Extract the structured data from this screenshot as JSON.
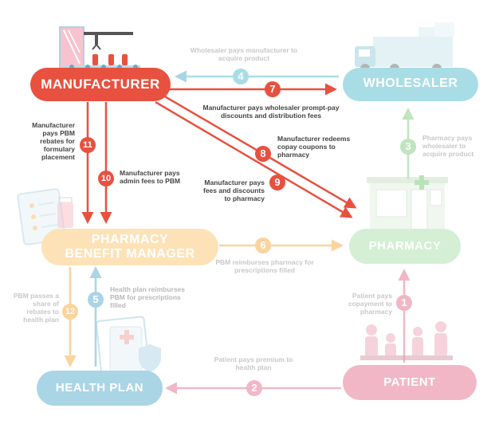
{
  "nodes": {
    "manufacturer": "MANUFACTURER",
    "wholesaler": "WHOLESALER",
    "pbm_line1": "PHARMACY",
    "pbm_line2": "BENEFIT MANAGER",
    "pharmacy": "PHARMACY",
    "health_plan": "HEALTH PLAN",
    "patient": "PATIENT"
  },
  "steps": [
    {
      "num": "1",
      "text": "Patient pays copayment to pharmacy"
    },
    {
      "num": "2",
      "text": "Patient pays premium to health plan"
    },
    {
      "num": "3",
      "text": "Pharmacy pays wholesaler to acquire product"
    },
    {
      "num": "4",
      "text": "Wholesaler pays manufacturer to acquire product"
    },
    {
      "num": "5",
      "text": "Health plan reimburses PBM for prescriptions filled"
    },
    {
      "num": "6",
      "text": "PBM reimburses pharmacy for prescriptions filled"
    },
    {
      "num": "7",
      "text": "Manufacturer pays wholesaler prompt-pay discounts and distribution fees"
    },
    {
      "num": "8",
      "text": "Manufacturer redeems copay coupons to pharmacy"
    },
    {
      "num": "9",
      "text": "Manufacturer pays fees and discounts to pharmacy"
    },
    {
      "num": "10",
      "text": "Manufacturer pays admin fees to PBM"
    },
    {
      "num": "11",
      "text": "Manufacturer pays PBM rebates for formulary placement"
    },
    {
      "num": "12",
      "text": "PBM passes a share of rebates to health plan"
    }
  ],
  "colors": {
    "manufacturer": "#e8513f",
    "wholesaler": "#a9dde6",
    "pbm": "#fde2b8",
    "pharmacy": "#d4efd3",
    "health_plan": "#a9d5e5",
    "patient": "#f1b7c6",
    "red_text": "#333333",
    "faded_text": "#b9b9b9"
  },
  "icons": [
    "production-line-icon",
    "delivery-truck-icon",
    "clipboard-checklist-icon",
    "pill-bottle-icon",
    "pharmacy-storefront-icon",
    "insurance-document-shield-icon",
    "patients-waiting-icon"
  ]
}
